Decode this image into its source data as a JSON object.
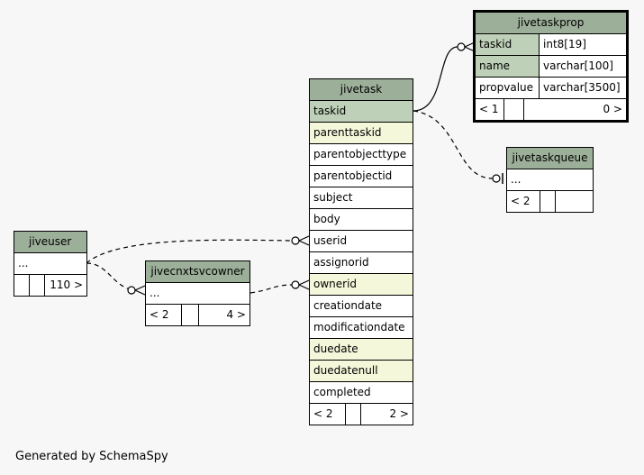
{
  "tables": {
    "jiveuser": {
      "name": "jiveuser",
      "ellipsis": "...",
      "footer": [
        "",
        "",
        "110 >"
      ]
    },
    "jivecnxtsvcowner": {
      "name": "jivecnxtsvcowner",
      "ellipsis": "...",
      "footer": [
        "< 2",
        "",
        "4 >"
      ]
    },
    "jivetask": {
      "name": "jivetask",
      "columns": [
        "taskid",
        "parenttaskid",
        "parentobjecttype",
        "parentobjectid",
        "subject",
        "body",
        "userid",
        "assignorid",
        "ownerid",
        "creationdate",
        "modificationdate",
        "duedate",
        "duedatenull",
        "completed"
      ],
      "footer": [
        "< 2",
        "",
        "2 >"
      ]
    },
    "jivetaskprop": {
      "name": "jivetaskprop",
      "columns": [
        {
          "name": "taskid",
          "type": "int8[19]"
        },
        {
          "name": "name",
          "type": "varchar[100]"
        },
        {
          "name": "propvalue",
          "type": "varchar[3500]"
        }
      ],
      "footer": [
        "< 1",
        "",
        "0 >"
      ]
    },
    "jivetaskqueue": {
      "name": "jivetaskqueue",
      "ellipsis": "...",
      "footer": [
        "< 2",
        "",
        ""
      ]
    }
  },
  "generated_by": "Generated by SchemaSpy"
}
